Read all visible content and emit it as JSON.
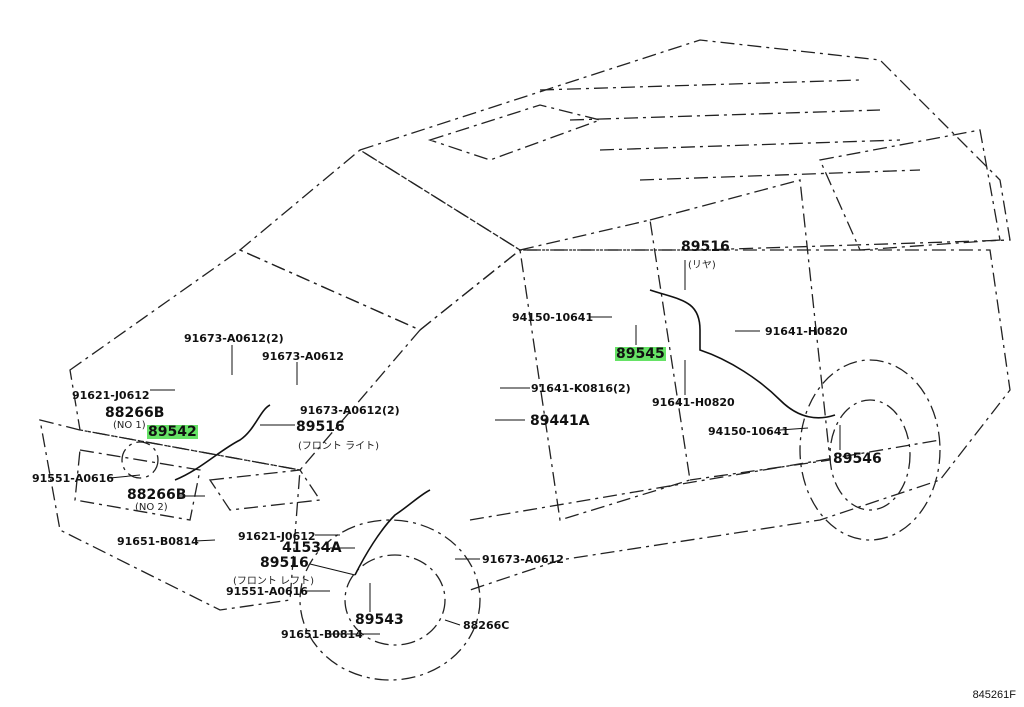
{
  "diagram": {
    "subject": "Vehicle ABS speed sensor wiring (isometric parts diagram)",
    "highlight_color": "#66e266",
    "reference_code": "845261F",
    "labels": [
      {
        "id": "p1",
        "text": "91673-A0612(2)",
        "highlighted": false
      },
      {
        "id": "p2",
        "text": "91673-A0612",
        "highlighted": false
      },
      {
        "id": "p3",
        "text": "91621-J0612",
        "highlighted": false
      },
      {
        "id": "p4",
        "text": "88266B",
        "sub": "(NO 1)",
        "highlighted": false
      },
      {
        "id": "p5",
        "text": "89542",
        "highlighted": true
      },
      {
        "id": "p6",
        "text": "91673-A0612(2)",
        "highlighted": false
      },
      {
        "id": "p7",
        "text": "89516",
        "sub": "(フロント ライト)",
        "highlighted": false
      },
      {
        "id": "p8",
        "text": "91551-A0616",
        "highlighted": false
      },
      {
        "id": "p9",
        "text": "88266B",
        "sub": "(NO 2)",
        "highlighted": false
      },
      {
        "id": "p10",
        "text": "91651-B0814",
        "highlighted": false
      },
      {
        "id": "p11",
        "text": "91621-J0612",
        "highlighted": false
      },
      {
        "id": "p12",
        "text": "41534A",
        "highlighted": false
      },
      {
        "id": "p13",
        "text": "89516",
        "sub": "(フロント レフト)",
        "highlighted": false
      },
      {
        "id": "p14",
        "text": "91551-A0616",
        "highlighted": false
      },
      {
        "id": "p15",
        "text": "89543",
        "highlighted": false
      },
      {
        "id": "p16",
        "text": "91651-B0814",
        "highlighted": false
      },
      {
        "id": "p17",
        "text": "88266C",
        "highlighted": false
      },
      {
        "id": "p18",
        "text": "91673-A0612",
        "highlighted": false
      },
      {
        "id": "p19",
        "text": "89516",
        "sub": "(リヤ)",
        "highlighted": false
      },
      {
        "id": "p20",
        "text": "94150-10641",
        "highlighted": false
      },
      {
        "id": "p21",
        "text": "89545",
        "highlighted": true
      },
      {
        "id": "p22",
        "text": "91641-H0820",
        "highlighted": false
      },
      {
        "id": "p23",
        "text": "91641-K0816(2)",
        "highlighted": false
      },
      {
        "id": "p24",
        "text": "89441A",
        "highlighted": false
      },
      {
        "id": "p25",
        "text": "91641-H0820",
        "highlighted": false
      },
      {
        "id": "p26",
        "text": "94150-10641",
        "highlighted": false
      },
      {
        "id": "p27",
        "text": "89546",
        "highlighted": false
      }
    ]
  }
}
